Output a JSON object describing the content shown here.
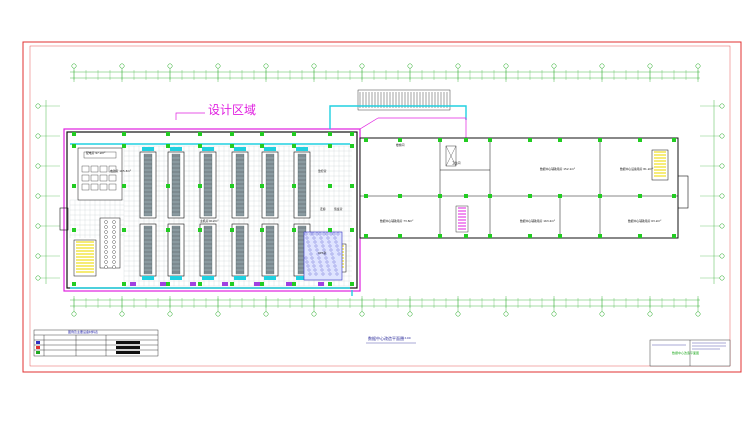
{
  "drawing": {
    "design_area_label": "设计区域",
    "main_plan_caption": "数据中心改造平面图",
    "main_plan_scale": "1:100",
    "title_block_name": "数据中心改造平面图",
    "legend_title": "图例及主要设备材料表"
  },
  "rooms": [
    {
      "id": "room-1",
      "label": "配电房 97.2m²"
    },
    {
      "id": "room-2",
      "label": "电池室 105.3m²"
    },
    {
      "id": "room-3",
      "label": "主机房 612m²"
    },
    {
      "id": "room-4",
      "label": "监控室"
    },
    {
      "id": "room-5",
      "label": "走廊"
    },
    {
      "id": "room-6",
      "label": "值班室"
    },
    {
      "id": "room-7",
      "label": "UPS室"
    },
    {
      "id": "room-8",
      "label": "数据中心辅助用房 152.1m²"
    },
    {
      "id": "room-9",
      "label": "数据中心设备用房 81.2m²"
    },
    {
      "id": "room-10",
      "label": "数据中心辅助用房 73.8m²"
    },
    {
      "id": "room-11",
      "label": "数据中心辅助用房 163.2m²"
    },
    {
      "id": "room-12",
      "label": "数据中心辅助用房 63.2m²"
    },
    {
      "id": "room-13",
      "label": "卫生间"
    },
    {
      "id": "room-14",
      "label": "楼梯间"
    }
  ],
  "colors": {
    "frame_red": "#e03030",
    "wall_black": "#111111",
    "cyan": "#20d0e0",
    "magenta": "#e020e0",
    "green": "#22cc22",
    "yellow": "#f0e020",
    "blue": "#3030c0",
    "purple": "#a040e0",
    "grey_rack": "#8a9aa0"
  }
}
